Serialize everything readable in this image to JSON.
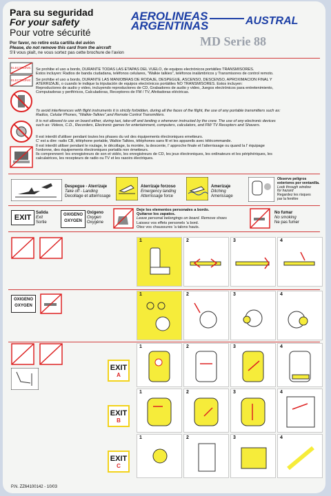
{
  "header": {
    "title_es": "Para su seguridad",
    "title_en": "For your safety",
    "title_fr": "Pour votre sécurité",
    "notice_es": "Por favor, no retire esta cartilla del avión",
    "notice_en": "Please, do not remove this card from the aircraft",
    "notice_fr": "S'il vous plaît, ne vous sortez pas cette brochure de l'avion"
  },
  "brands": {
    "aerolineas_1": "AEROLINEAS",
    "aerolineas_2": "ARGENTINAS",
    "austral": "AUSTRAL",
    "model": "MD Serie 88"
  },
  "electronics": {
    "text_es_1": "Se prohibe el uso a bordo, DURANTE TODAS LAS ETAPAS DEL VUELO, de equipos electrónicos portátiles TRANSMISORES.",
    "text_es_2": "Estos incluyen: Radios de banda ciudadana, teléfonos celulares, \"Walkie talkies\", teléfonos inalámbricos y Transmisores de control remoto.",
    "text_es_3": "Se prohibe el uso a bordo, DURANTE LAS MANIOBRAS DE RODAJE, DESPEGUE, ASCENSO, DESCENSO, APROXIMACION FINAL Y",
    "text_es_4": "ATERRIZAJE, o cuando le indique la tripulación de equipos electrónicos portátiles NO TRANSMISORES. Estos incluyen:",
    "text_es_5": "Reproductores de audio y video, incluyendo reproductores de CD, Grabadores de audio y video, Juegos electrónicos para entretenimiento,",
    "text_es_6": "Computadoras y periféricos, Calculadoras, Receptores de FM / TV, Afeitadoras eléctricas.",
    "text_en_1": "To avoid interferences with flight instruments it is strictly forbidden, during all the faces of the flight, the use of any portable transmitters such as:",
    "text_en_2": "Radios, Celular Phones, \"Walkie-Talkies\",and Remote Control Transmitters.",
    "text_en_3": "It is not allowed to use on board either, during taxi, take-off and landing o whenever instructed by the crew. The use of any electronic devices",
    "text_en_4": "such as: Videos, C.D., Recorders, Electronic games for entertainment, computers, calculators, and FM/ TV Receptors and Shavers.",
    "text_fr_1": "Il est interdit d'utiliser pendant toutes les phases du vol des équipements électroniques emetteurs.",
    "text_fr_2": "C' est a dire: radio CB, téléphone portable, Walkie Talkies, téléphones sans fil et les appareils avec télécommande.",
    "text_fr_3": "Il est interdit utiliser pendant le roulage, le décollage, la montée, la descente, l' approche finale et l'atterrissage ou quand la l' équipage",
    "text_fr_4": "l'ordonne, des équipements électroniques portatils non émetteurs.",
    "text_fr_5": "Ils comprennent: les enregistreurs de son et vidéo, les enregistreurs de CD, les jeux électroniques, les ordinateurs et les périphériques, les",
    "text_fr_6": "calculatrices, les recepteurs de radio ou TV et les rasoirs électriques.",
    "icon1_label": "ELECTRONIC",
    "icon2_label": "ELECTRONIC"
  },
  "phases": {
    "takeoff_es": "Despegue - Aterrizaje",
    "takeoff_en": "Take off - Landing",
    "takeoff_fr": "Decollage et atterrissage",
    "forced_es": "Aterrizaje forzoso",
    "forced_en": "Emergency landing",
    "forced_fr": "Atterrissage force",
    "ditching_es": "Amerizaje",
    "ditching_en": "Ditching",
    "ditching_fr": "Amerissage",
    "window_1": "Observe peligros",
    "window_2": "exteriores por ventanilla.",
    "window_3": "Look through window",
    "window_4": "for hazard",
    "window_5": "Regardez les risques",
    "window_6": "par la fenêtre"
  },
  "signs": {
    "exit": "EXIT",
    "salida_es": "Salida",
    "salida_en": "Exit",
    "salida_fr": "Sortie",
    "oxygen_es_box": "OXIGENO",
    "oxygen_en_box": "OXYGEN",
    "oxygen_es": "Oxigeno",
    "oxygen_en": "Oxygen",
    "oxygen_fr": "Oxygène",
    "items_es_1": "Deje los elementos personales a bordo.",
    "items_es_2": "Quitarse los zapatos.",
    "items_en_1": "Leave personal belongings on board. Remove shoes",
    "items_fr_1": "Laissez vos effets personels 'a bord.",
    "items_fr_2": "Otez vos chaussures 'a talons hauts.",
    "nosmoke_es": "No fumar",
    "nosmoke_en": "No smoking",
    "nosmoke_fr": "Ne pas fumer"
  },
  "steps": {
    "n1": "1",
    "n2": "2",
    "n3": "3",
    "n4": "4"
  },
  "exits": {
    "a": "A",
    "b": "B",
    "c": "C"
  },
  "footer": {
    "part_number": "P.N. ZZ64100142 - 10/03"
  },
  "colors": {
    "accent_yellow": "#f6ec3a",
    "brand_blue": "#1b3ea5",
    "red": "#d22b2b"
  }
}
